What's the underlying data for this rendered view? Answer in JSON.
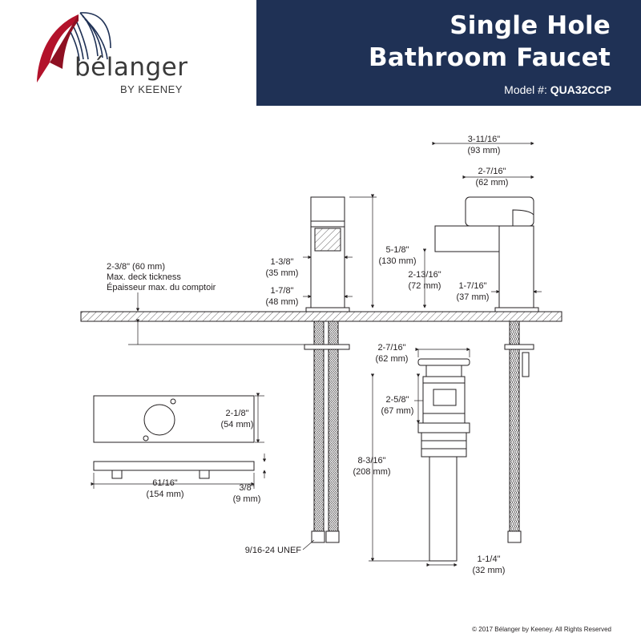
{
  "brand": {
    "name": "bélanger",
    "sub": "BY KEENEY"
  },
  "colors": {
    "navy": "#1f3155",
    "red": "#b3122b",
    "line": "#231f20"
  },
  "header": {
    "title_line1": "Single Hole",
    "title_line2": "Bathroom Faucet",
    "model_label": "Model #:",
    "model_value": "QUA32CCP"
  },
  "dimensions": {
    "d_3_11_16": "3-11/16\"",
    "d_93mm": "(93 mm)",
    "d_2_7_16a": "2-7/16\"",
    "d_62mm_a": "(62 mm)",
    "d_5_1_8": "5-1/8\"",
    "d_130mm": "(130 mm)",
    "d_1_3_8": "1-3/8\"",
    "d_35mm": "(35 mm)",
    "d_1_7_8": "1-7/8\"",
    "d_48mm": "(48 mm)",
    "d_2_13_16": "2-13/16\"",
    "d_72mm": "(72 mm)",
    "d_1_7_16": "1-7/16\"",
    "d_37mm": "(37 mm)",
    "deck_1": "2-3/8\" (60 mm)",
    "deck_2": "Max. deck tickness",
    "deck_3": "Épaisseur max. du comptoir",
    "d_2_7_16b": "2-7/16\"",
    "d_62mm_b": "(62 mm)",
    "d_2_5_8": "2-5/8\"",
    "d_67mm": "(67 mm)",
    "d_8_3_16": "8-3/16\"",
    "d_208mm": "(208 mm)",
    "d_1_1_4": "1-1/4\"",
    "d_32mm": "(32 mm)",
    "d_2_1_8": "2-1/8\"",
    "d_54mm": "(54 mm)",
    "d_61_16": "61/16\"",
    "d_154mm": "(154 mm)",
    "d_3_8": "3/8\"",
    "d_9mm": "(9 mm)",
    "thread": "9/16-24 UNEF"
  },
  "footer": {
    "copyright": "© 2017 Bélanger by Keeney. All Rights Reserved"
  }
}
